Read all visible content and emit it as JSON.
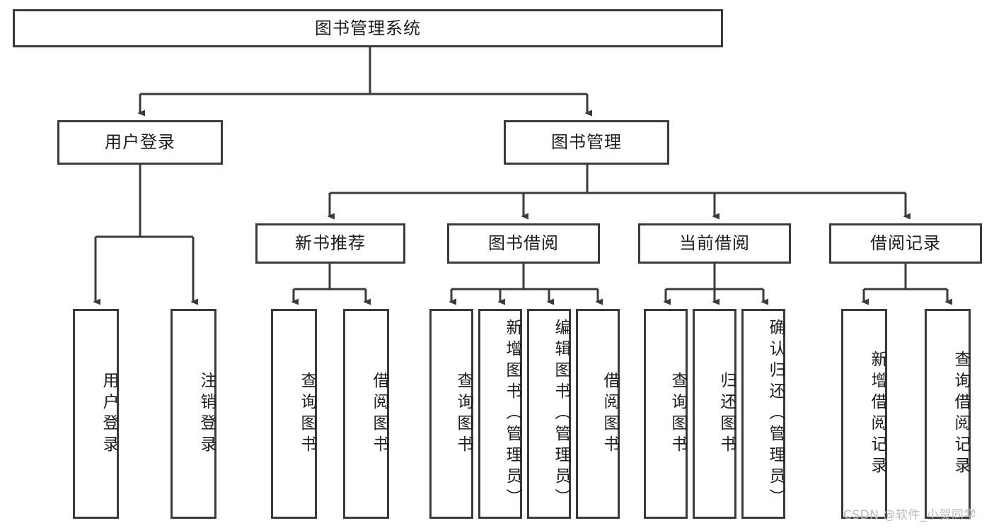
{
  "diagram": {
    "title": "图书管理系统",
    "watermark": "CSDN @软件_小贺同学",
    "style": {
      "border_color": "#3b3b3b",
      "text_color": "#1c1c1c",
      "background": "#ffffff",
      "watermark_color": "#b9b9b9"
    },
    "root": {
      "label": "图书管理系统"
    },
    "level2": [
      {
        "label": "用户登录"
      },
      {
        "label": "图书管理"
      }
    ],
    "level3": [
      {
        "label": "新书推荐"
      },
      {
        "label": "图书借阅"
      },
      {
        "label": "当前借阅"
      },
      {
        "label": "借阅记录"
      }
    ],
    "leaves": {
      "user_login": [
        {
          "label": "用户登录"
        },
        {
          "label": "注销登录"
        }
      ],
      "new_book_recommend": [
        {
          "label": "查询图书"
        },
        {
          "label": "借阅图书"
        }
      ],
      "book_borrow": [
        {
          "label": "查询图书"
        },
        {
          "label": "新增图书（管理员）"
        },
        {
          "label": "编辑图书（管理员）"
        },
        {
          "label": "借阅图书"
        }
      ],
      "current_borrow": [
        {
          "label": "查询图书"
        },
        {
          "label": "归还图书"
        },
        {
          "label": "确认归还（管理员）"
        }
      ],
      "borrow_records": [
        {
          "label": "新增借阅记录"
        },
        {
          "label": "查询借阅记录"
        }
      ]
    }
  }
}
